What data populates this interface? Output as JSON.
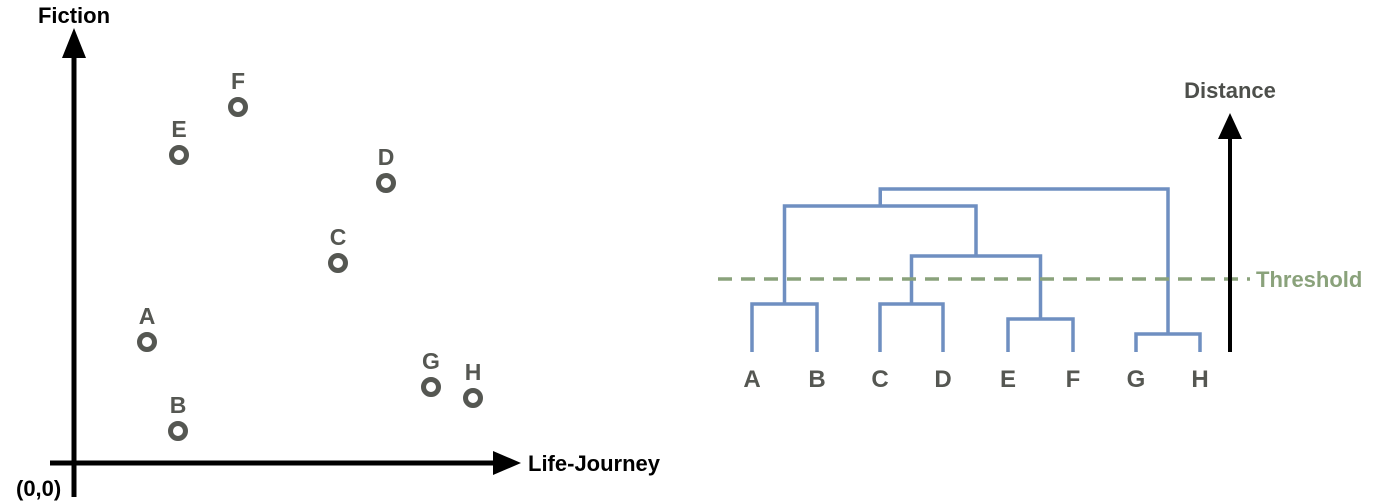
{
  "scatter": {
    "y_axis_label": "Fiction",
    "x_axis_label": "Life-Journey",
    "origin_label": "(0,0)",
    "points": [
      {
        "label": "A"
      },
      {
        "label": "B"
      },
      {
        "label": "C"
      },
      {
        "label": "D"
      },
      {
        "label": "E"
      },
      {
        "label": "F"
      },
      {
        "label": "G"
      },
      {
        "label": "H"
      }
    ]
  },
  "dendrogram": {
    "axis_label": "Distance",
    "threshold_label": "Threshold",
    "leaves": [
      "A",
      "B",
      "C",
      "D",
      "E",
      "F",
      "G",
      "H"
    ],
    "merges": [
      {
        "members": [
          "A",
          "B"
        ]
      },
      {
        "members": [
          "C",
          "D"
        ]
      },
      {
        "members": [
          "E",
          "F"
        ]
      },
      {
        "members": [
          "G",
          "H"
        ]
      },
      {
        "members": [
          "C",
          "D",
          "E",
          "F"
        ]
      },
      {
        "members": [
          "A",
          "B",
          "C",
          "D",
          "E",
          "F"
        ]
      },
      {
        "members": [
          "A",
          "B",
          "C",
          "D",
          "E",
          "F",
          "G",
          "H"
        ]
      }
    ]
  },
  "colors": {
    "axis": "#000000",
    "points": "#555752",
    "dendrogram_lines": "#6f8fc1",
    "threshold": "#8aa27b"
  }
}
